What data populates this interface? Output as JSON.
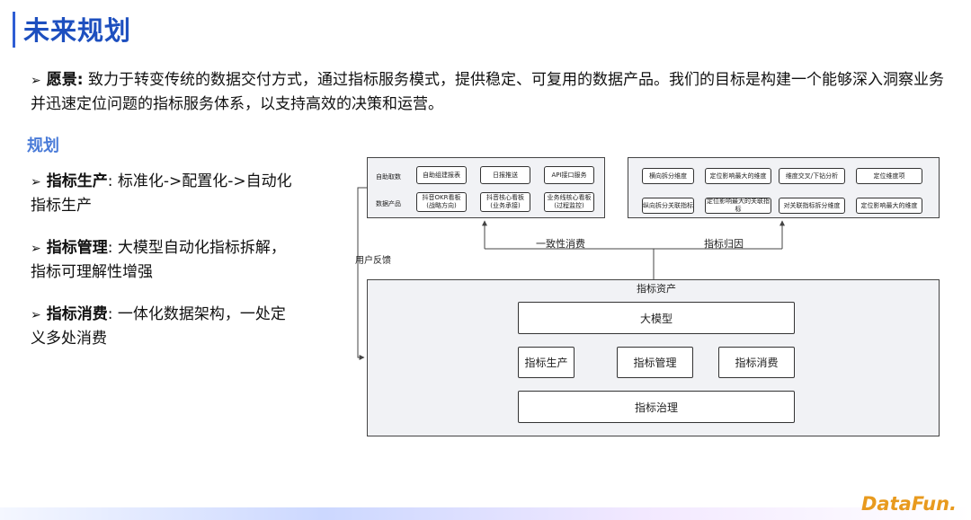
{
  "title": "未来规划",
  "vision": {
    "label": "愿景:",
    "text": "致力于转变传统的数据交付方式，通过指标服务模式，提供稳定、可复用的数据产品。我们的目标是构建一个能够深入洞察业务并迅速定位问题的指标服务体系，以支持高效的决策和运营。"
  },
  "plan_heading": "规划",
  "plans": [
    {
      "label": "指标生产",
      "sep": ": ",
      "text": "标准化->配置化->自动化 指标生产"
    },
    {
      "label": "指标管理",
      "sep": ": ",
      "text": "大模型自动化指标拆解，指标可理解性增强"
    },
    {
      "label": "指标消费",
      "sep": ": ",
      "text": "一体化数据架构，一处定义多处消费"
    }
  ],
  "diagram": {
    "left_panel": {
      "row_labels": [
        "自助取数",
        "数据产品"
      ],
      "row1": [
        "自助组建报表",
        "日报推送",
        "API接口服务"
      ],
      "row2": [
        "抖音OKR看板\n(战略方向)",
        "抖音核心看板\n(业务承接)",
        "业务线核心看板\n(过程监控)"
      ]
    },
    "right_panel": {
      "row1": [
        "横向拆分维度",
        "定位影响最大的维度",
        "维度交叉/下钻分析",
        "定位维度项"
      ],
      "row2": [
        "纵向拆分关联指标",
        "定位影响最大的关联指标",
        "对关联指标拆分维度",
        "定位影响最大的维度"
      ]
    },
    "consume_label": "一致性消费",
    "attribution_label": "指标归因",
    "feedback_label": "用户反馈",
    "asset": {
      "title": "指标资产",
      "llm": "大模型",
      "steps": [
        "指标生产",
        "指标管理",
        "指标消费"
      ],
      "governance": "指标治理"
    }
  },
  "logo": "DataFun."
}
